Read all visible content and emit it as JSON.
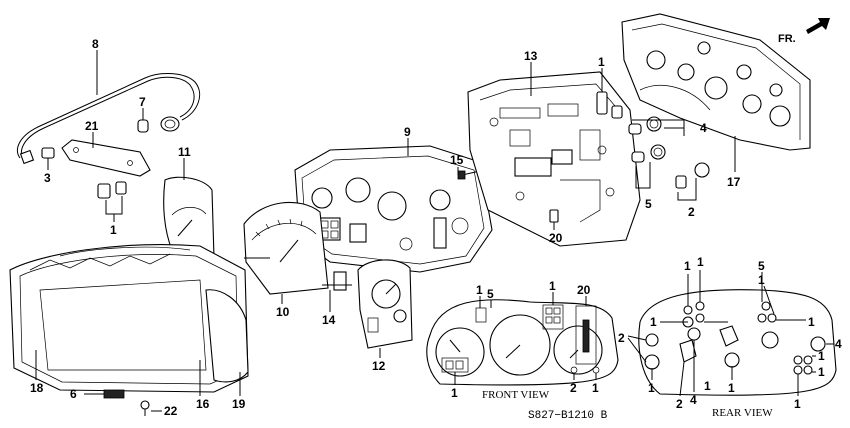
{
  "diagram": {
    "part_number_code": "S827−B1210 B",
    "front_view_label": "FRONT VIEW",
    "rear_view_label": "REAR VIEW",
    "direction_label": "FR."
  },
  "callouts": [
    {
      "id": "c8",
      "text": "8"
    },
    {
      "id": "c7",
      "text": "7"
    },
    {
      "id": "c21",
      "text": "21"
    },
    {
      "id": "c3",
      "text": "3"
    },
    {
      "id": "c11",
      "text": "11"
    },
    {
      "id": "c1a",
      "text": "1"
    },
    {
      "id": "c9",
      "text": "9"
    },
    {
      "id": "c15",
      "text": "15"
    },
    {
      "id": "c13",
      "text": "13"
    },
    {
      "id": "c1b",
      "text": "1"
    },
    {
      "id": "c4a",
      "text": "4"
    },
    {
      "id": "c17",
      "text": "17"
    },
    {
      "id": "c5a",
      "text": "5"
    },
    {
      "id": "c2a",
      "text": "2"
    },
    {
      "id": "c20a",
      "text": "20"
    },
    {
      "id": "c10",
      "text": "10"
    },
    {
      "id": "c14",
      "text": "14"
    },
    {
      "id": "c12",
      "text": "12"
    },
    {
      "id": "c18",
      "text": "18"
    },
    {
      "id": "c6",
      "text": "6"
    },
    {
      "id": "c22",
      "text": "22"
    },
    {
      "id": "c16",
      "text": "16"
    },
    {
      "id": "c19",
      "text": "19"
    }
  ],
  "front_view_callouts": [
    "1",
    "5",
    "1",
    "20",
    "1",
    "2",
    "1"
  ],
  "rear_view_callouts": [
    "1",
    "1",
    "5",
    "1",
    "1",
    "1",
    "2",
    "4",
    "1",
    "1",
    "2",
    "1",
    "1",
    "4",
    "1",
    "1"
  ]
}
